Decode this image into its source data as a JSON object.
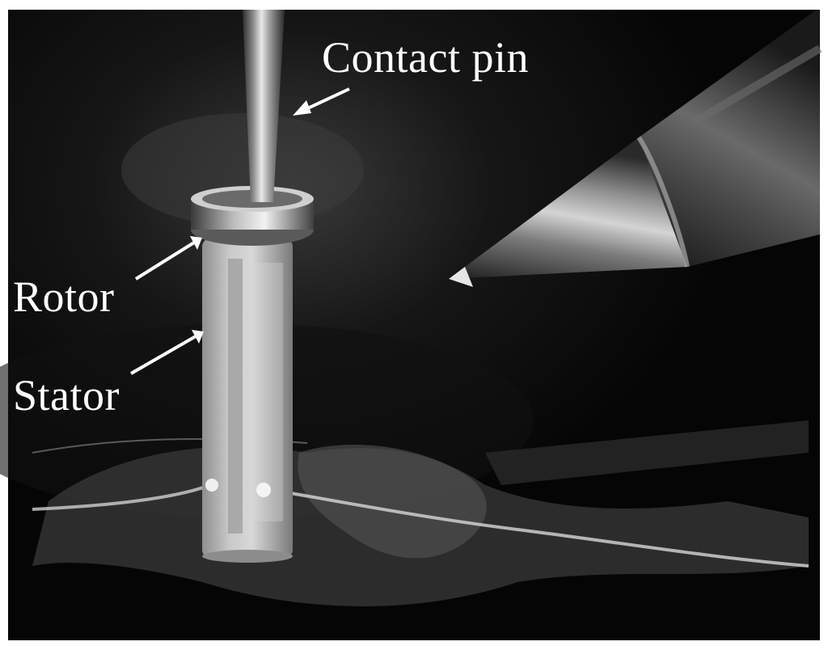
{
  "figure": {
    "labels": {
      "contact_pin": "Contact pin",
      "rotor": "Rotor",
      "stator": "Stator"
    },
    "colors": {
      "background": "#000000",
      "annotation": "#ffffff",
      "frame": "#ffffff"
    }
  }
}
